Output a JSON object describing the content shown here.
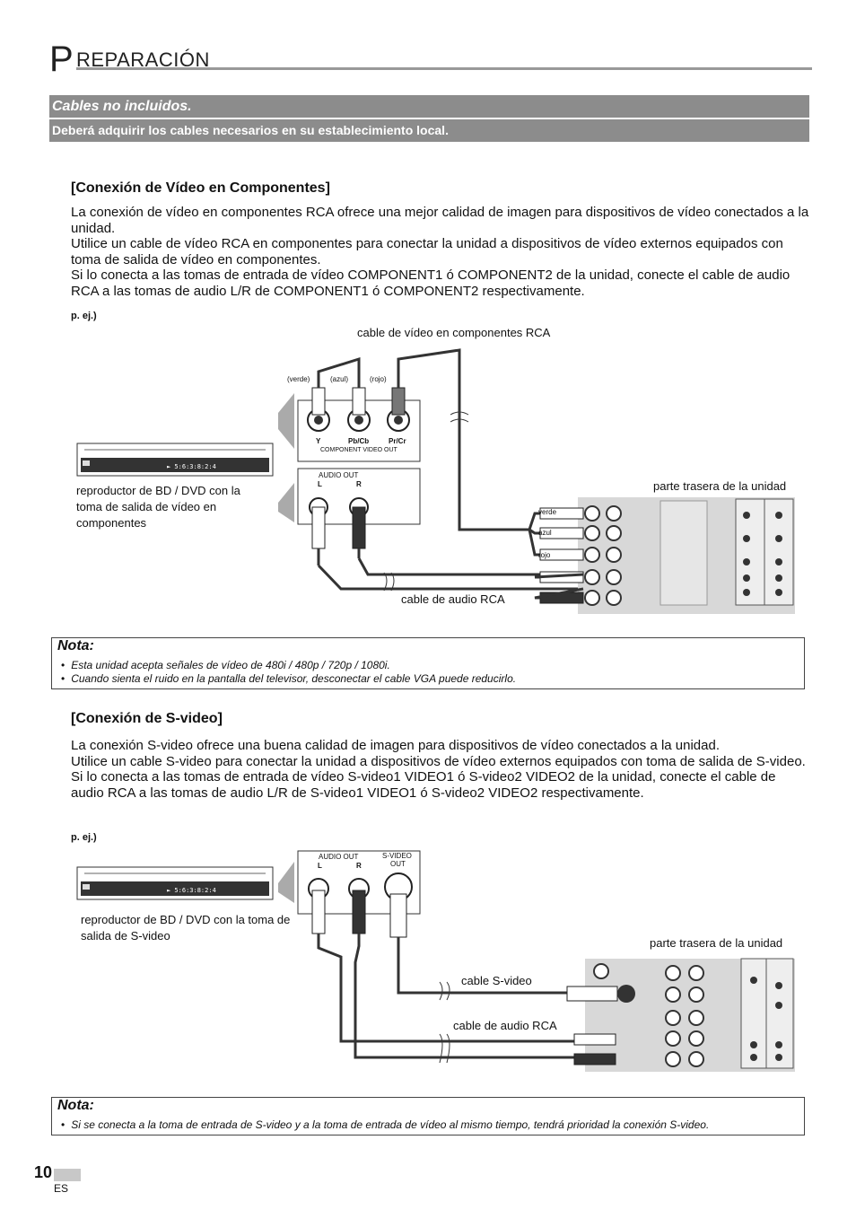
{
  "header": {
    "title_first": "P",
    "title_rest": "REPARACIÓN"
  },
  "bar": {
    "cables": "Cables no incluidos.",
    "cables_sub": "Deberá adquirir los cables necesarios en su establecimiento local."
  },
  "component": {
    "heading": "[Conexión de Vídeo en Componentes]",
    "p1": "La conexión de vídeo en componentes RCA ofrece una mejor calidad de imagen para dispositivos de vídeo conectados a la unidad.",
    "p2": "Utilice un cable de vídeo RCA en componentes para conectar la unidad a dispositivos de vídeo externos equipados con toma de salida de vídeo en componentes.",
    "p3": "Si lo conecta a las tomas de entrada de vídeo COMPONENT1 ó COMPONENT2 de la unidad, conecte el cable de audio RCA a las tomas de audio L/R de COMPONENT1 ó COMPONENT2 respectivamente.",
    "eg": "p. ej.)",
    "cable_video": "cable de vídeo en componentes RCA",
    "verde": "(verde)",
    "azul": "(azul)",
    "rojo": "(rojo)",
    "jack_y": "Y",
    "jack_pb": "Pb/Cb",
    "jack_pr": "Pr/Cr",
    "component_out": "COMPONENT VIDEO OUT",
    "audio_out": "AUDIO OUT",
    "l": "L",
    "r": "R",
    "player_label": "reproductor de BD / DVD con la toma de salida de vídeo en componentes",
    "rear_label": "parte trasera de la unidad",
    "cable_audio": "cable de audio RCA",
    "verde2": "verde",
    "azul2": "azul",
    "rojo2": "rojo"
  },
  "note1": {
    "title": "Nota:",
    "items": [
      "Esta unidad acepta señales de vídeo de 480i / 480p / 720p / 1080i.",
      "Cuando sienta el ruido en la pantalla del televisor, desconectar el cable VGA puede reducirlo."
    ]
  },
  "svideo": {
    "heading": "[Conexión de S-video]",
    "p1": "La conexión S-video ofrece una buena calidad de imagen para dispositivos de vídeo conectados a la unidad.",
    "p2": "Utilice un cable S-video para conectar la unidad a dispositivos de vídeo externos equipados con toma de salida de S-video.",
    "p3": "Si lo conecta a las tomas de entrada de vídeo S-video1 VIDEO1 ó S-video2 VIDEO2 de la unidad, conecte el cable de audio RCA a las tomas de audio L/R de S-video1 VIDEO1 ó S-video2 VIDEO2 respectivamente.",
    "eg": "p. ej.)",
    "audio_out": "AUDIO OUT",
    "svideo_out_1": "S-VIDEO",
    "svideo_out_2": "OUT",
    "l": "L",
    "r": "R",
    "player_label": "reproductor de BD / DVD con la toma de salida de S-video",
    "rear_label": "parte trasera de la unidad",
    "cable_svideo": "cable S-video",
    "cable_audio": "cable de audio RCA"
  },
  "note2": {
    "title": "Nota:",
    "items": [
      "Si se conecta a la toma de entrada de S-video y a la toma de entrada de vídeo al mismo tiempo, tendrá prioridad la conexión S-video."
    ]
  },
  "footer": {
    "page": "10",
    "lang": "ES"
  }
}
